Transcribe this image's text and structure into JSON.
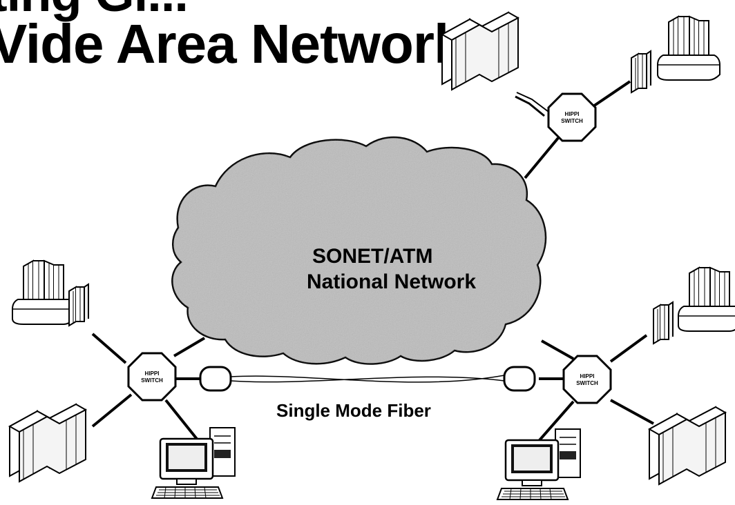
{
  "title": {
    "line1": "ting Gi...",
    "line2": "Vide Area Networks"
  },
  "cloud": {
    "line1": "SONET/ATM",
    "line2": "National Network"
  },
  "fiber_label": "Single Mode Fiber",
  "switch_label": {
    "line1": "HIPPI",
    "line2": "SWITCH"
  },
  "colors": {
    "ink": "#000000",
    "cloud_fill": "#bdbdbd",
    "background": "#ffffff"
  }
}
